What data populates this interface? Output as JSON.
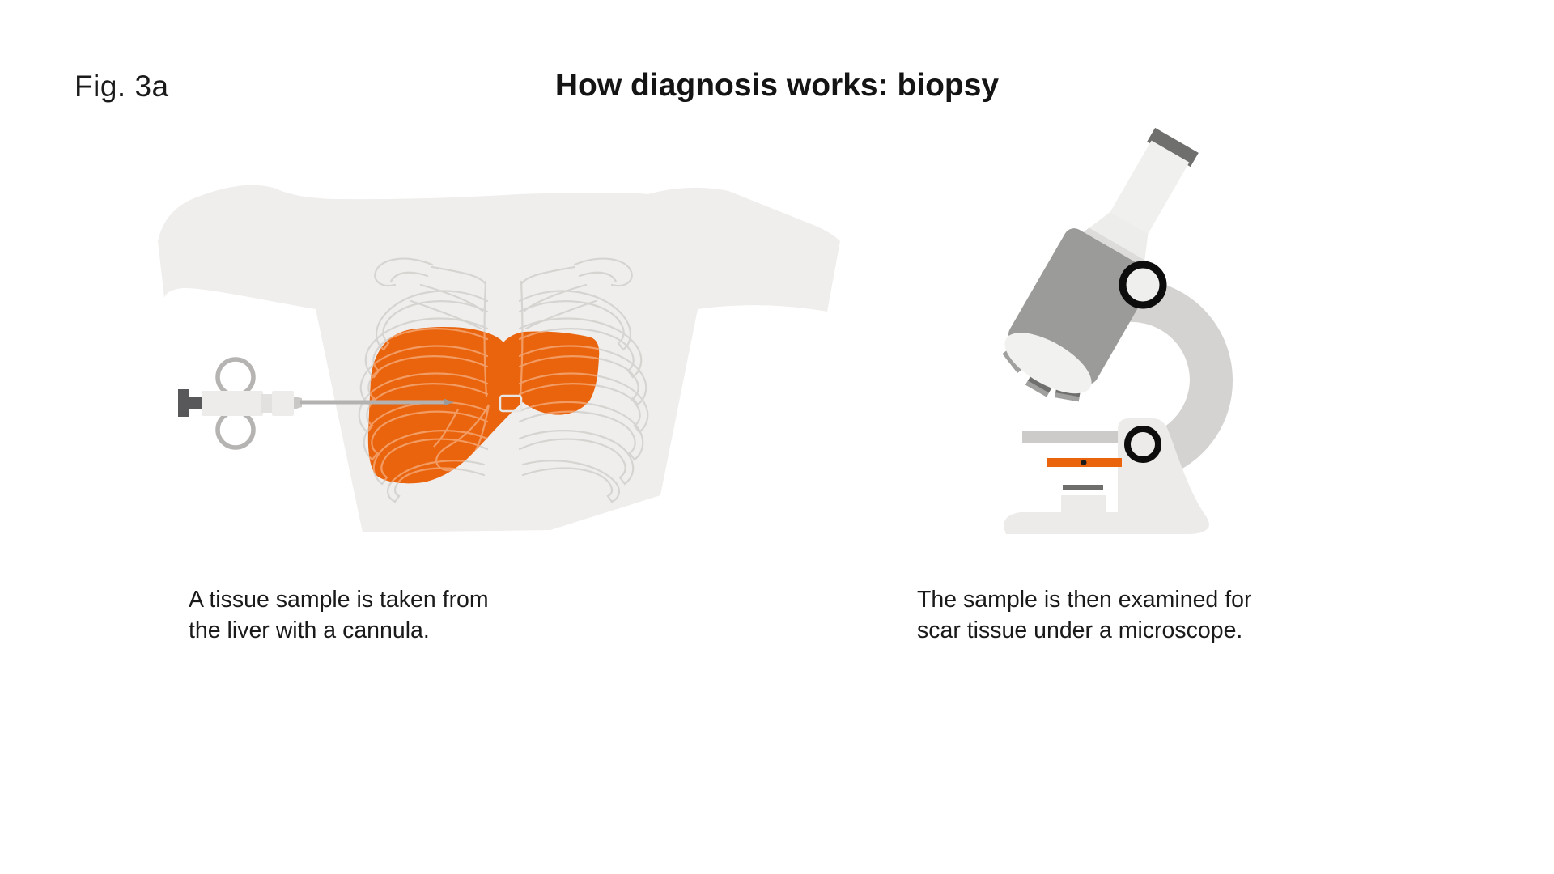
{
  "figure": {
    "label": "Fig. 3a",
    "title": "How diagnosis works: biopsy"
  },
  "steps": [
    {
      "id": "biopsy",
      "illustration": "torso-with-ribcage-liver-and-biopsy-cannula",
      "caption_line1": "A tissue sample is taken from",
      "caption_line2": "the liver with a cannula."
    },
    {
      "id": "microscope",
      "illustration": "microscope-examining-orange-sample-slide",
      "caption_line1": "The sample is then examined for",
      "caption_line2": "scar tissue under a microscope."
    }
  ],
  "colors": {
    "accent_orange": "#EA640E",
    "liver_inner_line_orange": "#F29B62",
    "torso_gray": "#EFEEEC",
    "rib_line_gray": "#D5D4D1",
    "needle_gray": "#B3B2B0",
    "plunger_dark_gray": "#58585A",
    "microscope_body_gray": "#9B9B99",
    "microscope_arm_gray": "#D4D3D1",
    "microscope_base_gray": "#ECEBE9",
    "ring_black": "#0D0D0D",
    "text_black": "#1A1A1A",
    "background": "#FFFFFF"
  }
}
